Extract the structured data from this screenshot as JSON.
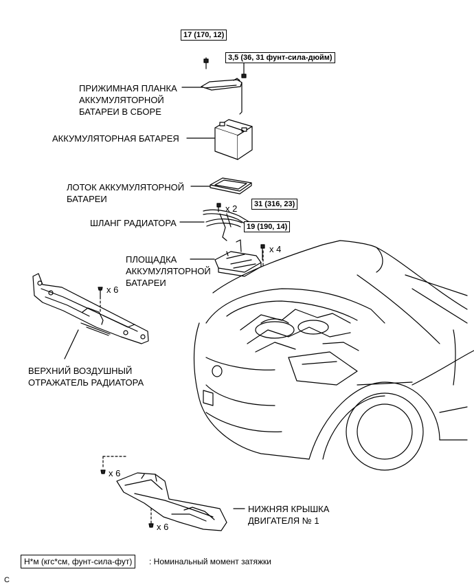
{
  "torques": {
    "bracket_bolt": "17 (170, 12)",
    "bracket_nut": "3,5 (36, 31 фунт-сила-дюйм)",
    "hose_bolt": "31 (316, 23)",
    "tray_bolt": "19 (190, 14)"
  },
  "labels": {
    "bracket": [
      "ПРИЖИМНАЯ ПЛАНКА",
      "АККУМУЛЯТОРНОЙ",
      "БАТАРЕИ В СБОРЕ"
    ],
    "battery": "АККУМУЛЯТОРНАЯ БАТАРЕЯ",
    "tray": [
      "ЛОТОК АККУМУЛЯТОРНОЙ",
      "БАТАРЕИ"
    ],
    "hose": "ШЛАНГ РАДИАТОРА",
    "carrier": [
      "ПЛОЩАДКА",
      "АККУМУЛЯТОРНОЙ",
      "БАТАРЕИ"
    ],
    "deflector": [
      "ВЕРХНИЙ ВОЗДУШНЫЙ",
      "ОТРАЖАТЕЛЬ РАДИАТОРА"
    ],
    "undercover": [
      "НИЖНЯЯ КРЫШКА",
      "ДВИГАТЕЛЯ № 1"
    ]
  },
  "quantities": {
    "hose_clips": "x 2",
    "tray_bolts": "x 4",
    "deflector_clips": "x 6",
    "undercover_front": "x 6",
    "undercover_rear": "x 6"
  },
  "legend": {
    "box": "Н*м (кгс*см, фунт-сила-фут)",
    "text": ": Номинальный момент затяжки"
  },
  "corner_mark": "C"
}
